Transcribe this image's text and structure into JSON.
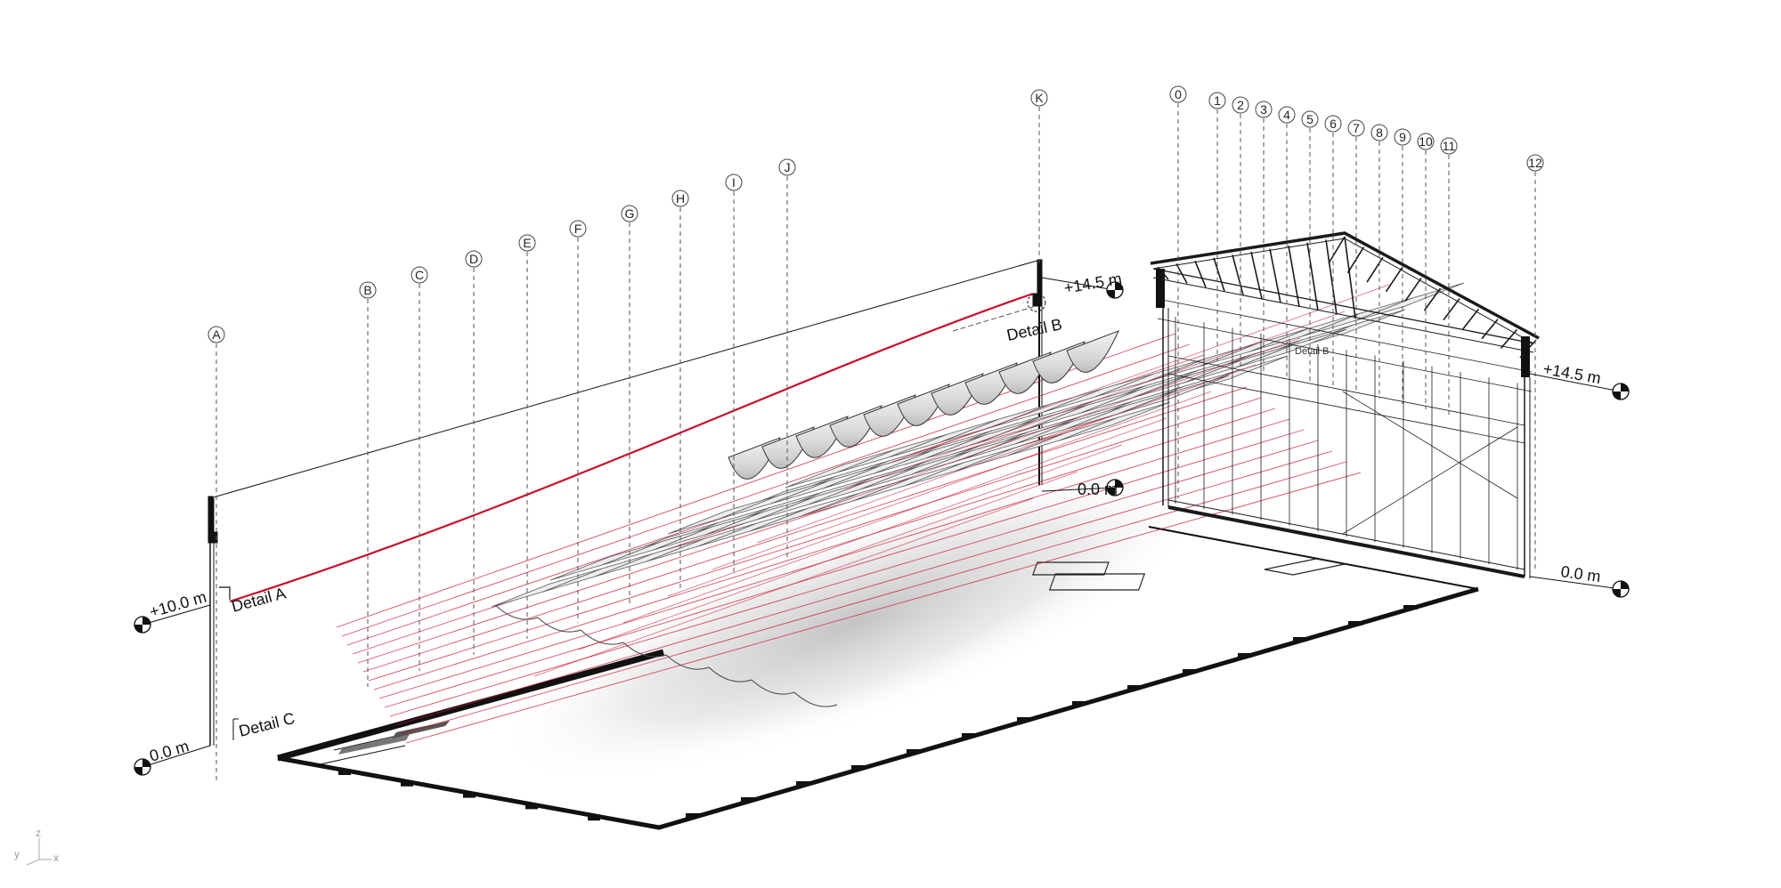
{
  "grid_lines_left": [
    "A",
    "B",
    "C",
    "D",
    "E",
    "F",
    "G",
    "H",
    "I",
    "J",
    "K"
  ],
  "grid_lines_right": [
    "0",
    "1",
    "2",
    "3",
    "4",
    "5",
    "6",
    "7",
    "8",
    "9",
    "10",
    "11",
    "12"
  ],
  "levels": {
    "left_top": "+10.0 m",
    "left_bottom": "0.0 m",
    "mid_top": "+14.5 m",
    "mid_bottom": "0.0 m",
    "right_top": "+14.5 m",
    "right_bottom": "0.0 m"
  },
  "details": {
    "a": "Detail A",
    "b": "Detail B",
    "b_small": "Detail B",
    "c": "Detail C"
  },
  "axes": {
    "z": "z",
    "y": "y",
    "x": "x"
  },
  "colors": {
    "line": "#1a1a1a",
    "dash": "#555555",
    "accent": "#c8102e",
    "shell": "#d8d8d8",
    "shadow": "#cfcfcf"
  }
}
